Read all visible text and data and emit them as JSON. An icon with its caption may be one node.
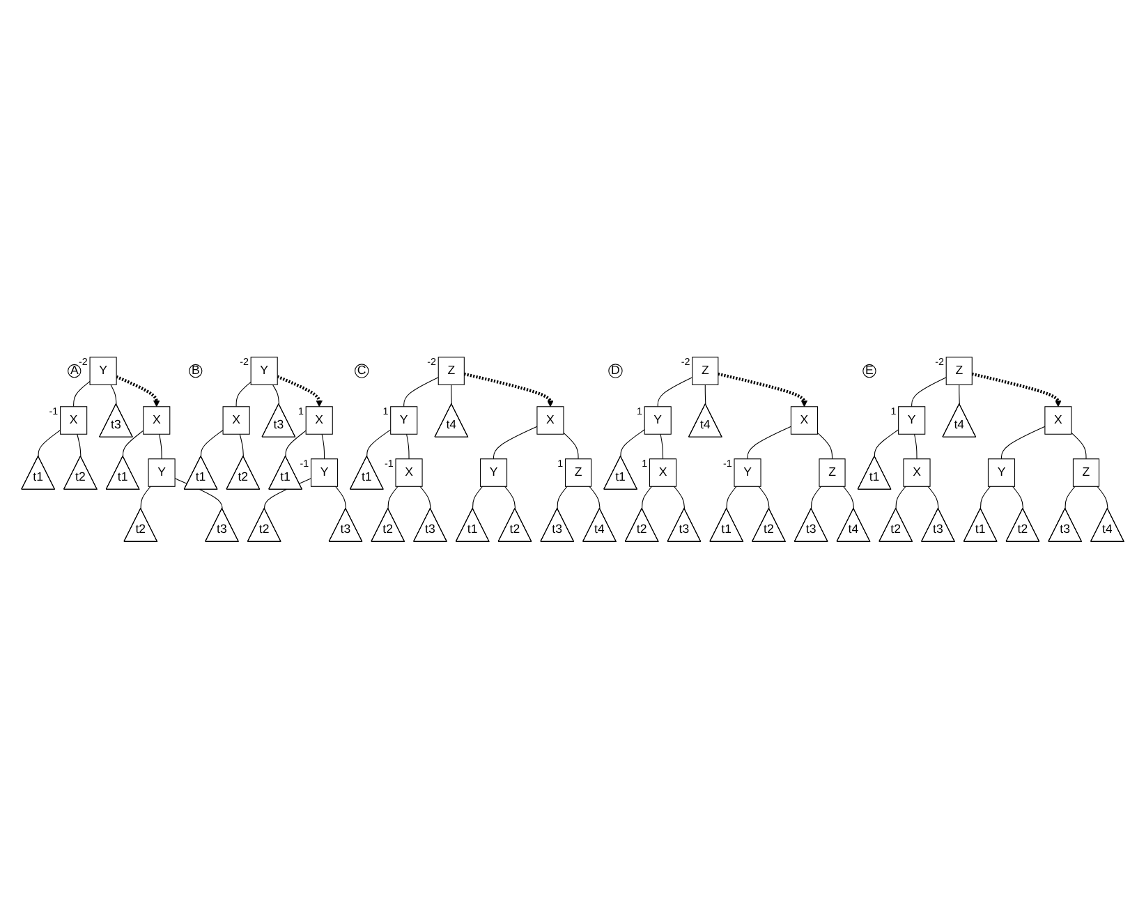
{
  "diagram": {
    "nodes": [
      {
        "text": [
          "A"
        ]
      },
      {
        "text": [
          "Y"
        ],
        "beside": [
          "-2"
        ]
      },
      {
        "text": [
          "X"
        ],
        "beside": [
          "-1"
        ]
      },
      {
        "text": [
          "t1"
        ]
      },
      {
        "text": [
          "t2"
        ]
      },
      {
        "text": [
          "t3"
        ]
      },
      {
        "text": [
          "X"
        ]
      },
      {
        "text": [
          "t1"
        ]
      },
      {
        "text": [
          "Y"
        ]
      },
      {
        "text": [
          "t2"
        ]
      },
      {
        "text": [
          "t3"
        ]
      },
      {
        "text": [
          "B"
        ]
      },
      {
        "text": [
          "Y"
        ],
        "beside": [
          "-2"
        ]
      },
      {
        "text": [
          "X"
        ]
      },
      {
        "text": [
          "t1"
        ]
      },
      {
        "text": [
          "t2"
        ]
      },
      {
        "text": [
          "t3"
        ]
      },
      {
        "text": [
          "X"
        ],
        "beside": [
          "1"
        ]
      },
      {
        "text": [
          "t1"
        ]
      },
      {
        "text": [
          "Y"
        ],
        "beside": [
          "-1"
        ]
      },
      {
        "text": [
          "t2"
        ]
      },
      {
        "text": [
          "t3"
        ]
      },
      {
        "text": [
          "C"
        ]
      },
      {
        "text": [
          "Z"
        ],
        "beside": [
          "-2"
        ]
      },
      {
        "text": [
          "Y"
        ],
        "beside": [
          "1"
        ]
      },
      {
        "text": [
          "t1"
        ]
      },
      {
        "text": [
          "X"
        ],
        "beside": [
          "-1"
        ]
      },
      {
        "text": [
          "t2"
        ]
      },
      {
        "text": [
          "t3"
        ]
      },
      {
        "text": [
          "t4"
        ]
      },
      {
        "text": [
          "X"
        ]
      },
      {
        "text": [
          "Y"
        ]
      },
      {
        "text": [
          "t1"
        ]
      },
      {
        "text": [
          "t2"
        ]
      },
      {
        "text": [
          "Z"
        ],
        "beside": [
          "1"
        ]
      },
      {
        "text": [
          "t3"
        ]
      },
      {
        "text": [
          "t4"
        ]
      },
      {
        "text": [
          "D"
        ]
      },
      {
        "text": [
          "Z"
        ],
        "beside": [
          "-2"
        ]
      },
      {
        "text": [
          "Y"
        ],
        "beside": [
          "1"
        ]
      },
      {
        "text": [
          "t1"
        ]
      },
      {
        "text": [
          "X"
        ],
        "beside": [
          "1"
        ]
      },
      {
        "text": [
          "t2"
        ]
      },
      {
        "text": [
          "t3"
        ]
      },
      {
        "text": [
          "t4"
        ]
      },
      {
        "text": [
          "X"
        ]
      },
      {
        "text": [
          "Y"
        ],
        "beside": [
          "-1"
        ]
      },
      {
        "text": [
          "t1"
        ]
      },
      {
        "text": [
          "t2"
        ]
      },
      {
        "text": [
          "Z"
        ]
      },
      {
        "text": [
          "t3"
        ]
      },
      {
        "text": [
          "t4"
        ]
      },
      {
        "text": [
          "E"
        ]
      },
      {
        "text": [
          "Z"
        ],
        "beside": [
          "-2"
        ]
      },
      {
        "text": [
          "Y"
        ],
        "beside": [
          "1"
        ]
      },
      {
        "text": [
          "t1"
        ]
      },
      {
        "text": [
          "X"
        ]
      },
      {
        "text": [
          "t2"
        ]
      },
      {
        "text": [
          "t3"
        ]
      },
      {
        "text": [
          "t4"
        ]
      },
      {
        "text": [
          "X"
        ]
      },
      {
        "text": [
          "Y"
        ]
      },
      {
        "text": [
          "t1"
        ]
      },
      {
        "text": [
          "t2"
        ]
      },
      {
        "text": [
          "Z"
        ]
      },
      {
        "text": [
          "t3"
        ]
      },
      {
        "text": [
          "t4"
        ]
      }
    ],
    "edges": [
      {
        "from": 1,
        "to": 2,
        "arrow": "none"
      },
      {
        "from": 1,
        "to": 5,
        "arrow": "none"
      },
      {
        "from": 2,
        "to": 3,
        "arrow": "none"
      },
      {
        "from": 2,
        "to": 4,
        "arrow": "none"
      },
      {
        "from": 1,
        "to": 6,
        "arrow": "to",
        "style": "dashed"
      },
      {
        "from": 6,
        "to": 7,
        "arrow": "none"
      },
      {
        "from": 6,
        "to": 8,
        "arrow": "none"
      },
      {
        "from": 8,
        "to": 9,
        "arrow": "none"
      },
      {
        "from": 8,
        "to": 10,
        "arrow": "none"
      },
      {
        "from": 12,
        "to": 13,
        "arrow": "none"
      },
      {
        "from": 12,
        "to": 16,
        "arrow": "none"
      },
      {
        "from": 13,
        "to": 14,
        "arrow": "none"
      },
      {
        "from": 13,
        "to": 15,
        "arrow": "none"
      },
      {
        "from": 12,
        "to": 17,
        "arrow": "to",
        "style": "dashed"
      },
      {
        "from": 17,
        "to": 18,
        "arrow": "none"
      },
      {
        "from": 17,
        "to": 19,
        "arrow": "none"
      },
      {
        "from": 19,
        "to": 20,
        "arrow": "none"
      },
      {
        "from": 19,
        "to": 21,
        "arrow": "none"
      },
      {
        "from": 23,
        "to": 24,
        "arrow": "none"
      },
      {
        "from": 23,
        "to": 29,
        "arrow": "none"
      },
      {
        "from": 24,
        "to": 25,
        "arrow": "none"
      },
      {
        "from": 24,
        "to": 26,
        "arrow": "none"
      },
      {
        "from": 26,
        "to": 27,
        "arrow": "none"
      },
      {
        "from": 26,
        "to": 28,
        "arrow": "none"
      },
      {
        "from": 23,
        "to": 30,
        "arrow": "to",
        "style": "dashed"
      },
      {
        "from": 30,
        "to": 31,
        "arrow": "none"
      },
      {
        "from": 30,
        "to": 34,
        "arrow": "none"
      },
      {
        "from": 31,
        "to": 32,
        "arrow": "none"
      },
      {
        "from": 31,
        "to": 33,
        "arrow": "none"
      },
      {
        "from": 34,
        "to": 35,
        "arrow": "none"
      },
      {
        "from": 34,
        "to": 36,
        "arrow": "none"
      },
      {
        "from": 38,
        "to": 39,
        "arrow": "none"
      },
      {
        "from": 38,
        "to": 44,
        "arrow": "none"
      },
      {
        "from": 39,
        "to": 40,
        "arrow": "none"
      },
      {
        "from": 39,
        "to": 41,
        "arrow": "none"
      },
      {
        "from": 41,
        "to": 42,
        "arrow": "none"
      },
      {
        "from": 41,
        "to": 43,
        "arrow": "none"
      },
      {
        "from": 38,
        "to": 45,
        "arrow": "to",
        "style": "dashed"
      },
      {
        "from": 45,
        "to": 46,
        "arrow": "none"
      },
      {
        "from": 45,
        "to": 49,
        "arrow": "none"
      },
      {
        "from": 46,
        "to": 47,
        "arrow": "none"
      },
      {
        "from": 46,
        "to": 48,
        "arrow": "none"
      },
      {
        "from": 49,
        "to": 50,
        "arrow": "none"
      },
      {
        "from": 49,
        "to": 51,
        "arrow": "none"
      },
      {
        "from": 53,
        "to": 54,
        "arrow": "none"
      },
      {
        "from": 53,
        "to": 59,
        "arrow": "none"
      },
      {
        "from": 54,
        "to": 55,
        "arrow": "none"
      },
      {
        "from": 54,
        "to": 56,
        "arrow": "none"
      },
      {
        "from": 56,
        "to": 57,
        "arrow": "none"
      },
      {
        "from": 56,
        "to": 58,
        "arrow": "none"
      },
      {
        "from": 53,
        "to": 60,
        "arrow": "to",
        "style": "dashed"
      },
      {
        "from": 60,
        "to": 61,
        "arrow": "none"
      },
      {
        "from": 60,
        "to": 64,
        "arrow": "none"
      },
      {
        "from": 61,
        "to": 62,
        "arrow": "none"
      },
      {
        "from": 61,
        "to": 63,
        "arrow": "none"
      },
      {
        "from": 64,
        "to": 65,
        "arrow": "none"
      },
      {
        "from": 64,
        "to": 66,
        "arrow": "none"
      }
    ]
  }
}
